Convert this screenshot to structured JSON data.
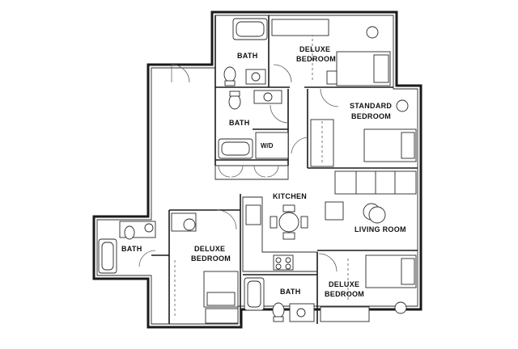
{
  "rooms": {
    "bath_top": "BATH",
    "deluxe_top_1": "DELUXE",
    "deluxe_top_2": "BEDROOM",
    "bath_mid": "BATH",
    "washer_dryer": "W/D",
    "standard_1": "STANDARD",
    "standard_2": "BEDROOM",
    "kitchen": "KITCHEN",
    "living": "LIVING ROOM",
    "bath_left": "BATH",
    "deluxe_left_1": "DELUXE",
    "deluxe_left_2": "BEDROOM",
    "bath_bottom": "BATH",
    "deluxe_bottom_1": "DELUXE",
    "deluxe_bottom_2": "BEDROOM"
  }
}
